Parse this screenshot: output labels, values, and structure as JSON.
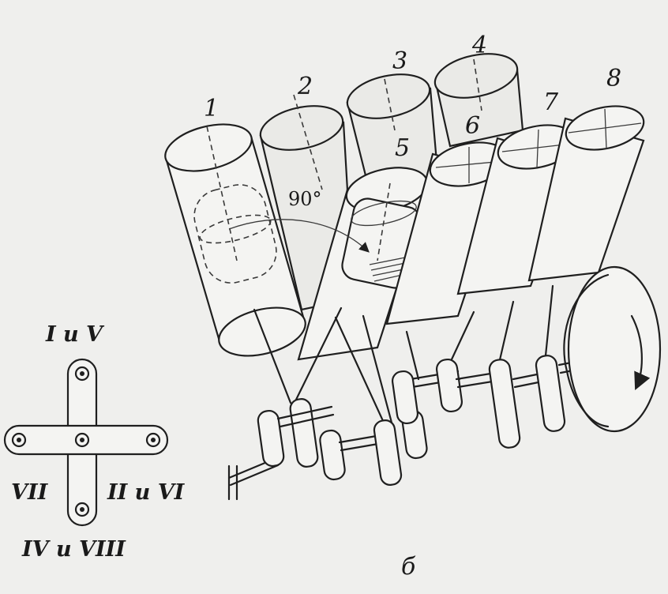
{
  "cylinder_labels": [
    "1",
    "2",
    "3",
    "4",
    "5",
    "6",
    "7",
    "8"
  ],
  "angle_label": "90°",
  "crank_diagram": {
    "top": "I и V",
    "left": "VII",
    "right": "II и VI",
    "bottom": "IV и VIII"
  },
  "caption": "б",
  "colors": {
    "background": "#efefed",
    "ink": "#1f1f1f"
  }
}
